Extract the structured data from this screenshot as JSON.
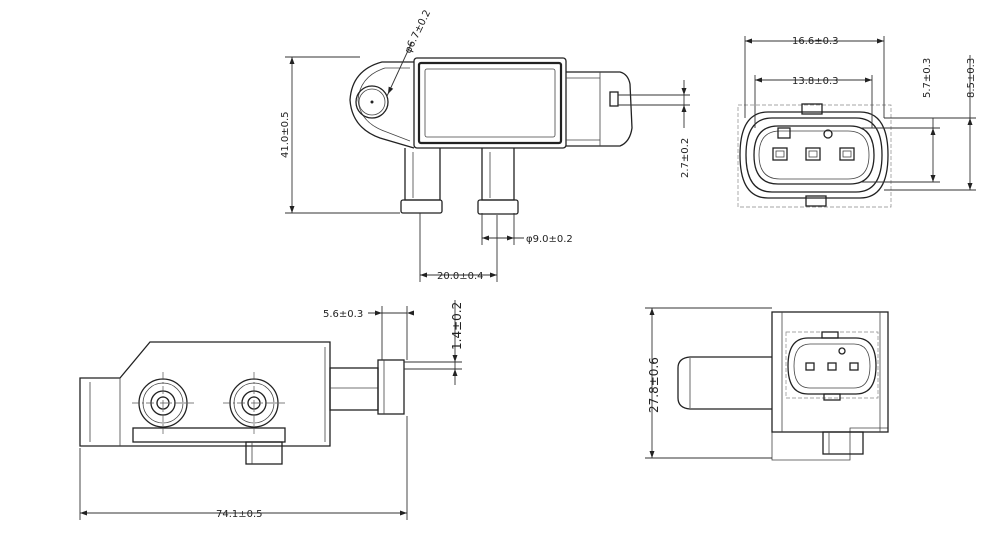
{
  "dimensions": {
    "hole_dia": "φ6.7±0.2",
    "height_41": "41.0±0.5",
    "tube_dia": "φ9.0±0.2",
    "tube_pitch": "20.0±0.4",
    "pin_offset": "2.7±0.2",
    "conn_outer_width": "16.6±0.3",
    "conn_inner_width": "13.8±0.3",
    "conn_inner_height": "5.7±0.3",
    "conn_outer_height": "8.5±0.3",
    "flange_width": "5.6±0.3",
    "latch_height": "1.4±0.2",
    "overall_length": "74.1±0.5",
    "overall_height": "27.8±0.6"
  }
}
